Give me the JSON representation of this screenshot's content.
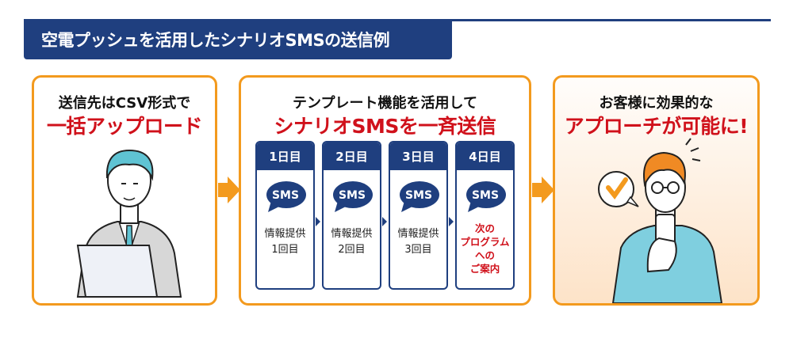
{
  "title": "空電プッシュを活用したシナリオSMSの送信例",
  "step1": {
    "line1": "送信先はCSV形式で",
    "line2": "一括アップロード"
  },
  "step2": {
    "line1": "テンプレート機能を活用して",
    "line2": "シナリオSMSを一斉送信",
    "days": [
      {
        "label": "1日目",
        "bubble": "SMS",
        "text": [
          "情報提供",
          "1回目"
        ]
      },
      {
        "label": "2日目",
        "bubble": "SMS",
        "text": [
          "情報提供",
          "2回目"
        ]
      },
      {
        "label": "3日目",
        "bubble": "SMS",
        "text": [
          "情報提供",
          "3回目"
        ]
      },
      {
        "label": "4日目",
        "bubble": "SMS",
        "text": [
          "次の",
          "プログラム",
          "への",
          "ご案内"
        ]
      }
    ]
  },
  "step3": {
    "line1": "お客様に効果的な",
    "line2": "アプローチが可能に!"
  },
  "colors": {
    "navy": "#1f3f7f",
    "orange": "#f39a1e",
    "red": "#d0111b"
  }
}
